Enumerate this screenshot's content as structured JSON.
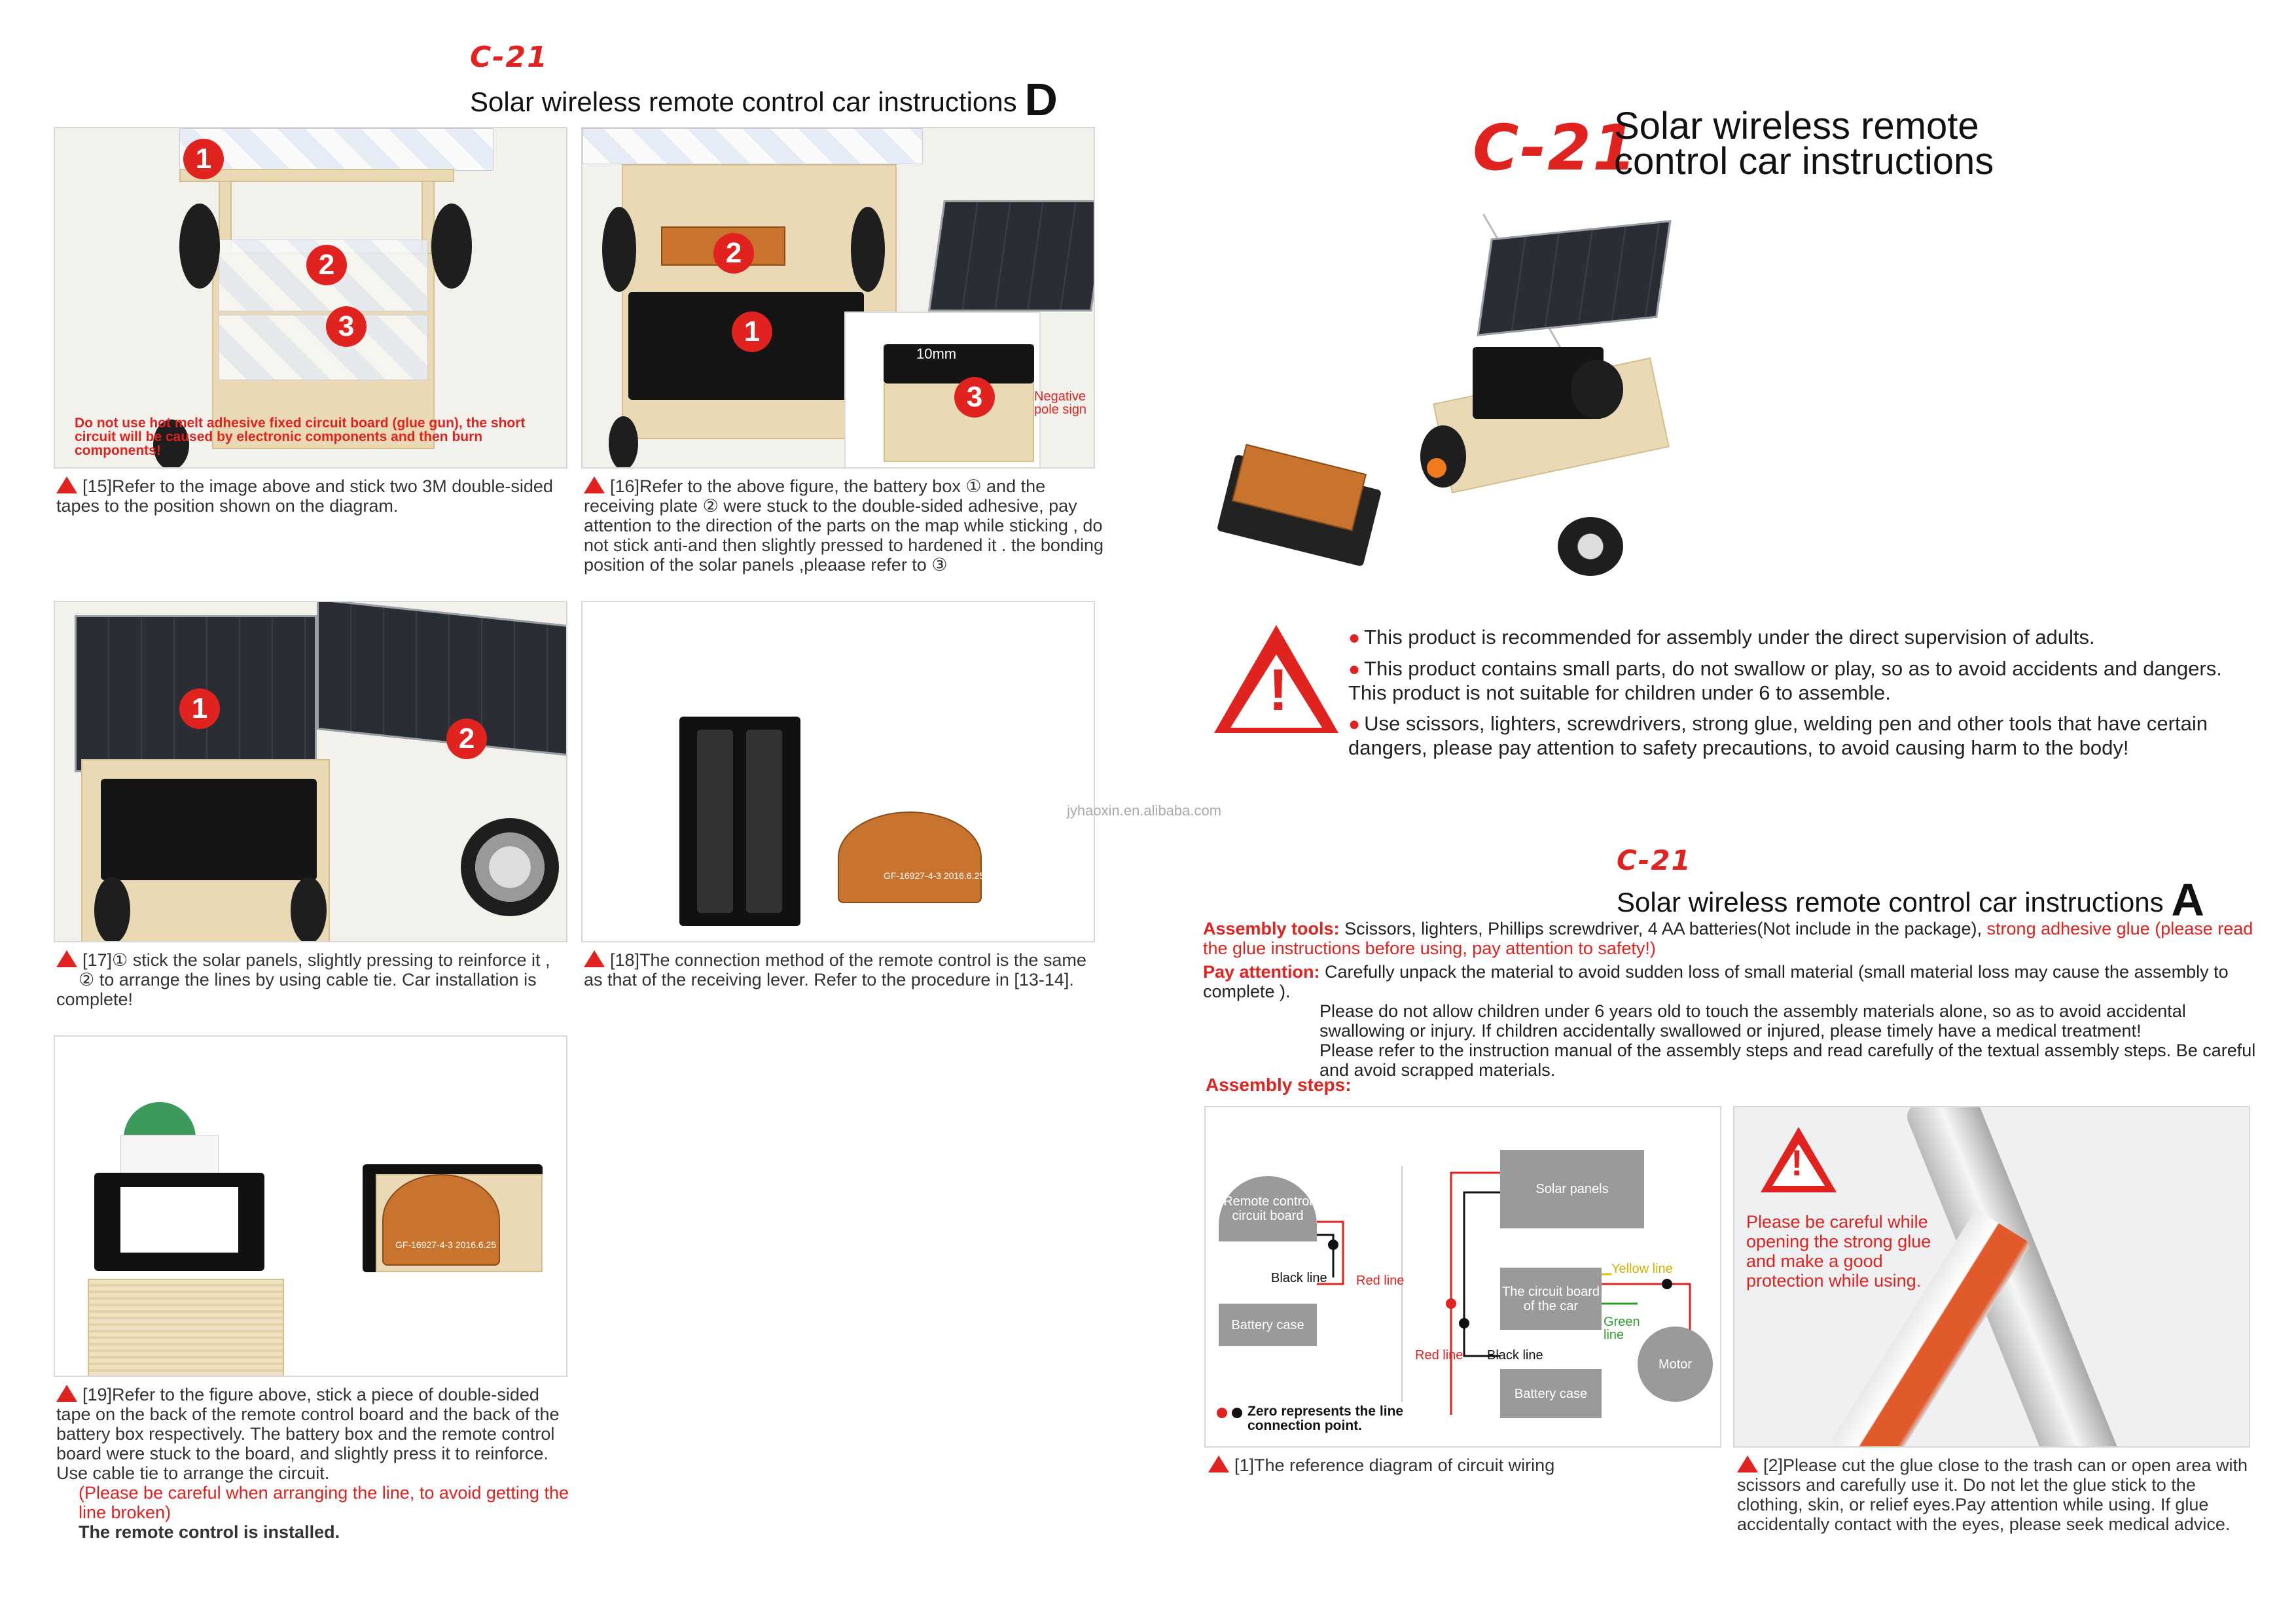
{
  "left_header": {
    "logo": "C-21",
    "title": "Solar wireless remote control car instructions",
    "letter": "D"
  },
  "steps_d": {
    "s15": {
      "nums": [
        "1",
        "2",
        "3"
      ],
      "warning": "Do not use hot melt adhesive fixed circuit board (glue gun), the short circuit will be caused by electronic components and then burn components!",
      "caption": "[15]Refer to the image above and stick two 3M double-sided tapes to the position shown on the diagram."
    },
    "s16": {
      "nums": [
        "2",
        "1",
        "3"
      ],
      "inset_label": "10mm",
      "neg_label": "Negative pole sign",
      "caption": "[16]Refer to the above figure, the battery box ① and the receiving plate ② were stuck to the double-sided adhesive, pay  attention to the direction of the parts on the map while sticking , do not stick anti-and then slightly pressed to hardened it . the bonding position of the solar panels ,pleaase refer to  ③"
    },
    "s17": {
      "nums": [
        "1",
        "2"
      ],
      "caption_l1": "[17]① stick the solar panels, slightly pressing to reinforce it ,",
      "caption_l2": "② to arrange the lines by using cable tie. Car installation is complete!"
    },
    "s18": {
      "pcb_text": "GF-16927-4-3  2016.6.25",
      "caption": "[18]The connection method of the remote control is the same as that of the receiving lever. Refer to the procedure in [13-14]."
    },
    "s19": {
      "pcb_text": "GF-16927-4-3  2016.6.25",
      "caption": "[19]Refer to the figure above, stick a piece of double-sided tape on the back of the remote control board and the back of the battery box respectively. The battery box and the remote control board were stuck to the board, and slightly press it to reinforce. Use cable tie to arrange the circuit.",
      "caption_red": "(Please be careful when arranging the line, to avoid getting the line broken)",
      "caption_bold": "The remote control is installed."
    }
  },
  "watermark": "jyhaoxin.en.alibaba.com",
  "cover": {
    "logo": "C-21",
    "title_l1": "Solar wireless remote",
    "title_l2": "control car instructions"
  },
  "warnings": [
    "This product is recommended for assembly under the direct supervision of adults.",
    "This product contains small parts, do not swallow or play, so as to avoid accidents and dangers. This product is not suitable for children under 6 to assemble.",
    "Use scissors, lighters, screwdrivers, strong glue, welding pen and other tools that have certain dangers, please pay attention to safety precautions, to avoid causing harm to the body!"
  ],
  "section_a": {
    "logo": "C-21",
    "title": "Solar wireless remote control car instructions",
    "letter": "A"
  },
  "assembly": {
    "tools_label": "Assembly tools:",
    "tools_text": "Scissors, lighters, Phillips screwdriver, 4 AA batteries(Not include in the package),",
    "tools_red": "strong adhesive glue (please read the glue instructions before using, pay attention to safety!)",
    "attention_label": "Pay attention:",
    "attention_l1": "Carefully unpack the material to avoid sudden loss of small material (small material loss may cause the assembly to complete ).",
    "attention_l2": "Please do not allow children under 6 years old to touch the assembly materials alone, so as to avoid accidental swallowing or injury. If  children accidentally swallowed or injured, please timely have a medical treatment!",
    "attention_l3": "Please refer to the instruction manual of the assembly steps and read carefully of the textual assembly steps. Be careful and avoid scrapped materials.",
    "steps_label": "Assembly steps:"
  },
  "diagram": {
    "remote_board": "Remote control circuit board",
    "black_line": "Black line",
    "red_line": "Red line",
    "battery_case": "Battery case",
    "solar_panels": "Solar panels",
    "circuit_board": "The circuit board of the car",
    "yellow_line": "Yellow line",
    "green_line": "Green line",
    "red_line2": "Red line",
    "black_line2": "Black line",
    "motor": "Motor",
    "battery_case2": "Battery case",
    "legend": "Zero represents the line connection point.",
    "caption": "[1]The reference diagram of circuit wiring"
  },
  "glue": {
    "warning": "Please be careful while opening the strong glue and make a good protection while using.",
    "caption": "[2]Please cut the glue close to the trash can or open area with scissors and carefully use it. Do not let the glue stick to the clothing, skin, or relief eyes.Pay attention while using. If glue accidentally contact with the eyes, please seek medical advice."
  }
}
